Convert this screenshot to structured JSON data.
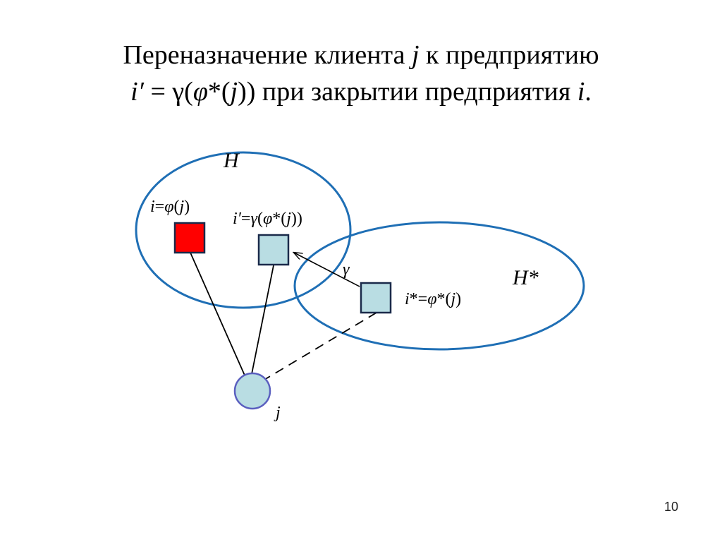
{
  "slide": {
    "title_line1": {
      "pre": "Переназначение клиента ",
      "var": "j",
      "post": " к предприятию"
    },
    "title_line2": {
      "var1": "i′",
      "mid1": " = γ(",
      "var2": "φ",
      "mid2": "*(",
      "var3": "j",
      "mid3": ")) при закрытии предприятия ",
      "var4": "i",
      "end": "."
    },
    "page_number": "10"
  },
  "diagram": {
    "set_H_label": "H",
    "set_Hstar_label": "H*",
    "node_i_label": {
      "a": "i",
      "b": "=",
      "c": "φ",
      "d": "(",
      "e": "j",
      "f": ")"
    },
    "node_iprime_label": {
      "a": "i′",
      "b": "=",
      "c": "γ",
      "d": "(",
      "e": "φ",
      "f": "*(",
      "g": "j",
      "h": "))"
    },
    "node_istar_label": {
      "a": "i",
      "b": "*=",
      "c": "φ",
      "d": "*(",
      "e": "j",
      "f": ")"
    },
    "client_label": "j",
    "gamma_label": "γ",
    "colors": {
      "ellipse_stroke": "#1f6fb5",
      "closed_facility_fill": "#ff0000",
      "facility_fill": "#b9dde3",
      "facility_stroke": "#1a2a4a",
      "client_fill": "#b9dde3",
      "client_stroke": "#5a5fbf"
    }
  }
}
